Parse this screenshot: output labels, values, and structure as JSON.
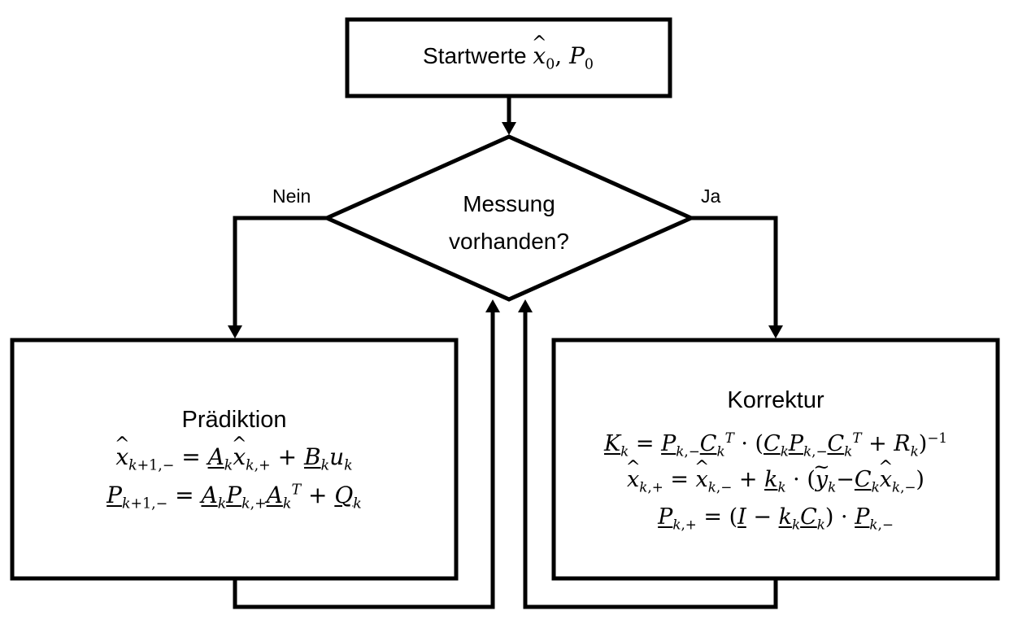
{
  "start": {
    "title": "Startwerte",
    "formula": "x̂₀, P₀"
  },
  "decision": {
    "line1": "Messung",
    "line2": "vorhanden?",
    "no_label": "Nein",
    "yes_label": "Ja"
  },
  "prediction": {
    "title": "Prädiktion",
    "eq1": "x̂k+1,− = Ak x̂k,+ + Bk uk",
    "eq2": "Pk+1,− = Ak Pk,+ AkT + Qk"
  },
  "correction": {
    "title": "Korrektur",
    "eq1": "Kk = Pk,− CkT · (Ck Pk,− CkT + Rk)−1",
    "eq2": "x̂k,+ = x̂k,− + kk · (ỹk − Ck x̂k,−)",
    "eq3": "Pk,+ = (I − kk Ck) · Pk,−"
  },
  "colors": {
    "line": "#000000",
    "background": "#ffffff"
  }
}
